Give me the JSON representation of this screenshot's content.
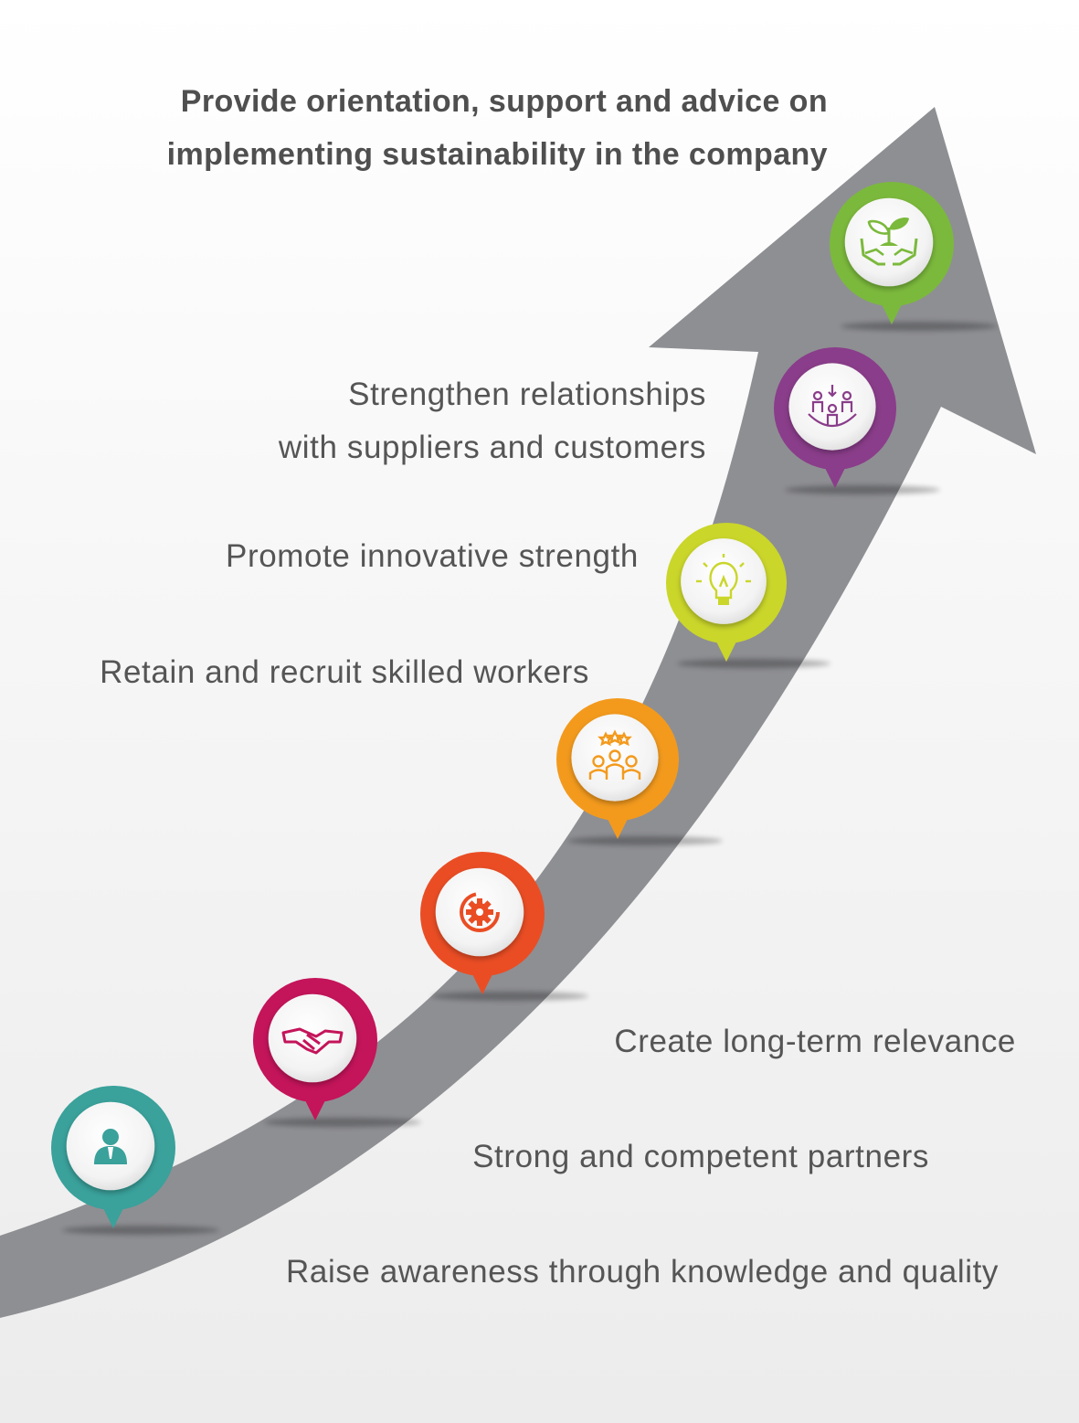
{
  "colors": {
    "arrow": "#8e8f93",
    "text": "#555555"
  },
  "steps": [
    {
      "id": "awareness",
      "lines": [
        "Raise awareness through knowledge and quality"
      ],
      "icon": "person-in-suit-icon",
      "color": "#3aa19b"
    },
    {
      "id": "partners",
      "lines": [
        "Strong and competent partners"
      ],
      "icon": "handshake-icon",
      "color": "#c4145a"
    },
    {
      "id": "relevance",
      "lines": [
        "Create long-term relevance"
      ],
      "icon": "gear-cycle-icon",
      "color": "#ea4d24"
    },
    {
      "id": "workers",
      "lines": [
        "Retain and recruit skilled workers"
      ],
      "icon": "team-stars-icon",
      "color": "#f39a1d"
    },
    {
      "id": "innovation",
      "lines": [
        "Promote innovative strength"
      ],
      "icon": "lightbulb-icon",
      "color": "#cad62a"
    },
    {
      "id": "relationships",
      "lines": [
        "Strengthen relationships",
        "with suppliers and customers"
      ],
      "icon": "network-people-icon",
      "color": "#8a3d8a"
    },
    {
      "id": "sustainability",
      "lines": [
        "Provide orientation, support and advice on",
        "implementing sustainability in the company"
      ],
      "icon": "plant-in-hands-icon",
      "color": "#7bb93c"
    }
  ]
}
